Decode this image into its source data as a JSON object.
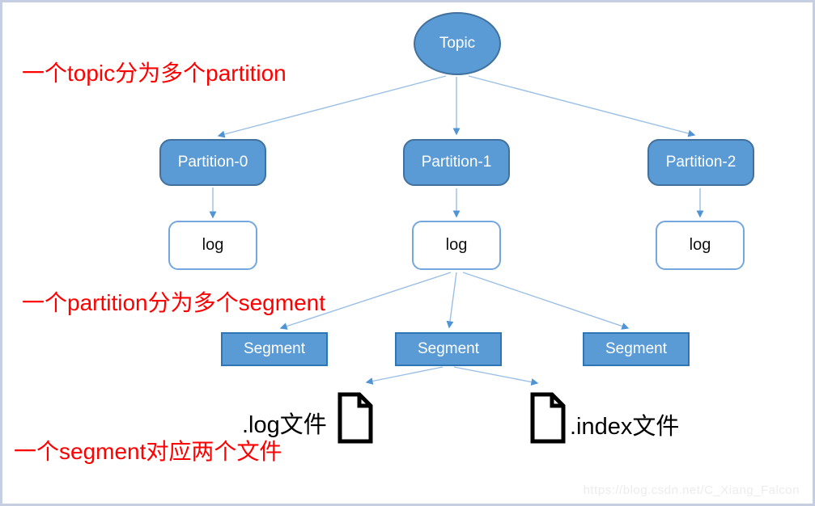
{
  "diagram": {
    "topic": {
      "label": "Topic"
    },
    "partitions": [
      {
        "label": "Partition-0"
      },
      {
        "label": "Partition-1"
      },
      {
        "label": "Partition-2"
      }
    ],
    "logs": [
      {
        "label": "log"
      },
      {
        "label": "log"
      },
      {
        "label": "log"
      }
    ],
    "segments": [
      {
        "label": "Segment"
      },
      {
        "label": "Segment"
      },
      {
        "label": "Segment"
      }
    ],
    "files": [
      {
        "label": ".log文件"
      },
      {
        "label": ".index文件"
      }
    ]
  },
  "annotations": [
    {
      "text": "一个topic分为多个partition"
    },
    {
      "text": "一个partition分为多个segment"
    },
    {
      "text": "一个segment对应两个文件"
    }
  ],
  "watermark": "https://blog.csdn.net/C_Xiang_Falcon",
  "colors": {
    "node_fill": "#5b9bd5",
    "node_border_dark": "#41719c",
    "segment_border": "#2e75b6",
    "log_border": "#74a7de",
    "connector_line": "#9abfe6",
    "arrowhead": "#4f94d4",
    "annotation_red": "#ff0000",
    "frame": "#c6cfe2",
    "watermark_gray": "#ececec"
  }
}
